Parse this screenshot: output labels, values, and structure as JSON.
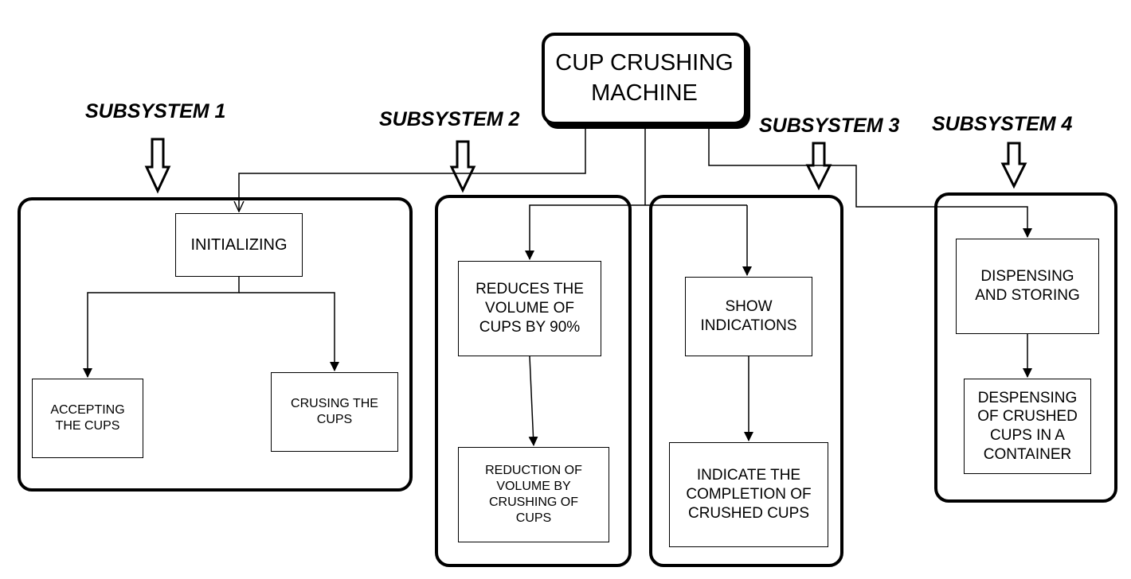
{
  "title": "CUP CRUSHING\nMACHINE",
  "subsystems": [
    {
      "label": "SUBSYSTEM 1",
      "blocks": [
        "INITIALIZING",
        "ACCEPTING\nTHE CUPS",
        "CRUSING THE\nCUPS"
      ]
    },
    {
      "label": "SUBSYSTEM 2",
      "blocks": [
        "REDUCES THE\nVOLUME OF\nCUPS BY 90%",
        "REDUCTION OF\nVOLUME BY\nCRUSHING OF\nCUPS"
      ]
    },
    {
      "label": "SUBSYSTEM 3",
      "blocks": [
        "SHOW\nINDICATIONS",
        "INDICATE THE\nCOMPLETION OF\nCRUSHED CUPS"
      ]
    },
    {
      "label": "SUBSYSTEM 4",
      "blocks": [
        "DISPENSING\nAND STORING",
        "DESPENSING\nOF CRUSHED\nCUPS IN A\nCONTAINER"
      ]
    }
  ],
  "colors": {
    "stroke": "#000000",
    "background": "#ffffff"
  }
}
